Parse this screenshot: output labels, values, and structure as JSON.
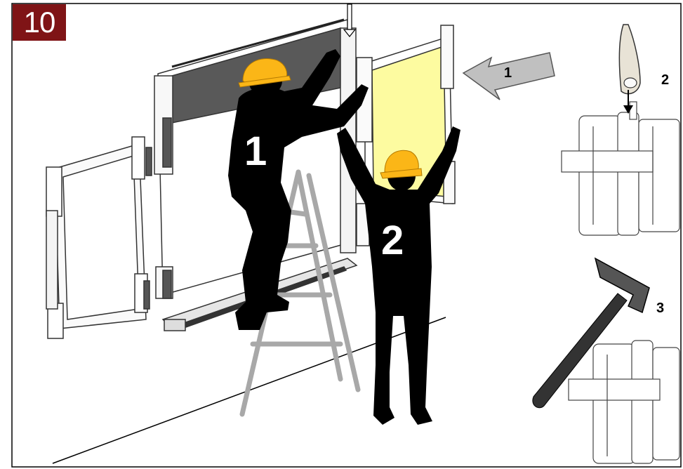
{
  "step_number": "10",
  "labels": {
    "worker_1": "1",
    "worker_2": "2",
    "arrow_1": "1",
    "detail_2": "2",
    "detail_3": "3"
  },
  "colors": {
    "badge": "#7f1416",
    "helmet": "#fbb617",
    "yellow_panel": "#fdfba0",
    "dark_screen": "#595959",
    "silhouette": "#000000",
    "ladder": "#a8a8a8",
    "arrow": "#c0c0c0"
  },
  "icons": [
    "hammer-icon",
    "finger-press-icon",
    "arrow-left-icon",
    "arrow-down-icon"
  ]
}
